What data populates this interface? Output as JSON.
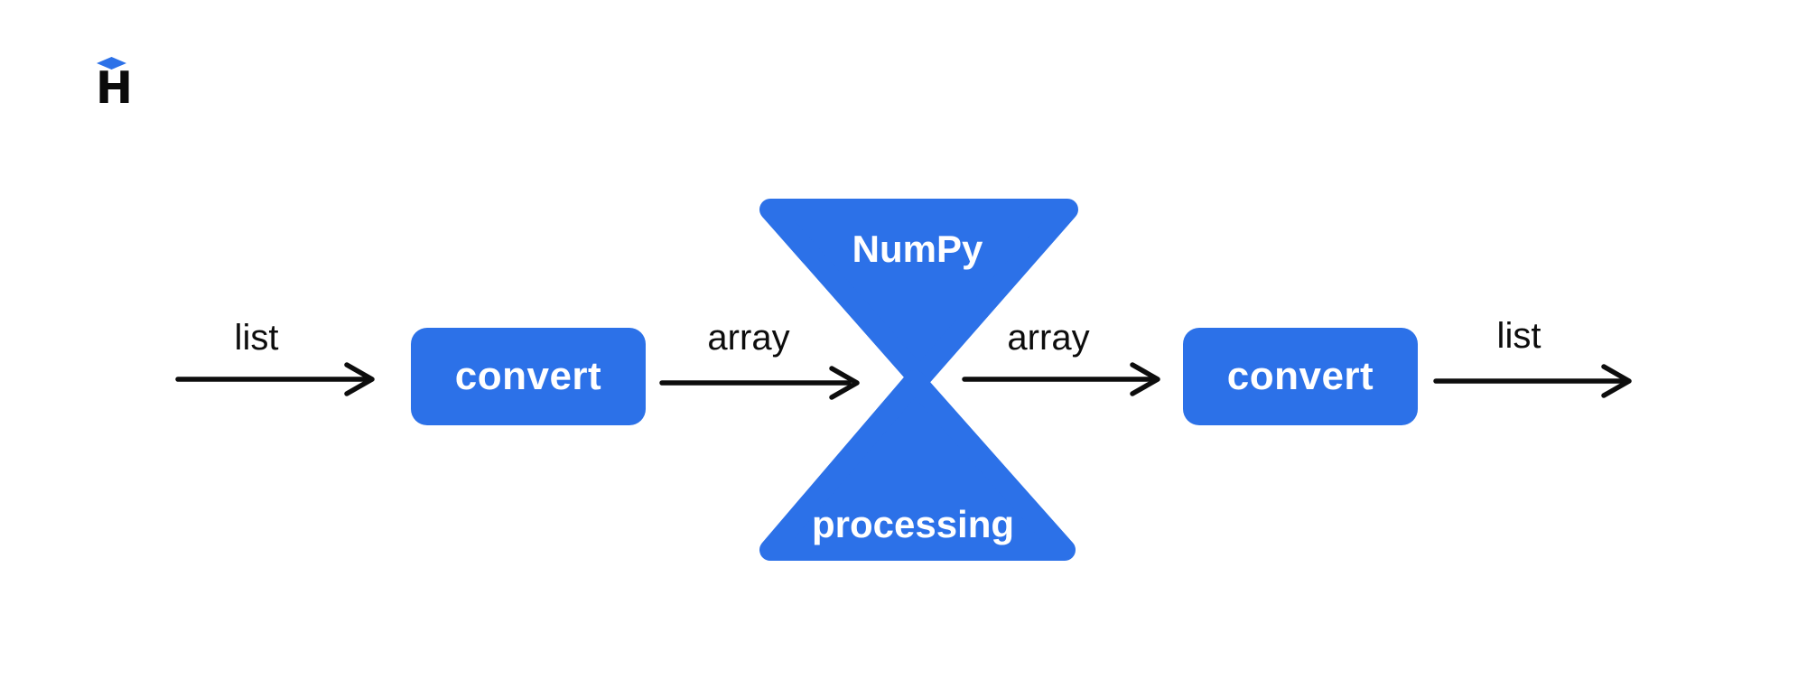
{
  "page": {
    "title": "NumPy processing flow diagram",
    "background": "#ffffff"
  },
  "colors": {
    "accent_blue": "#2c71e8",
    "ink_black": "#0d0d0d",
    "text_on_blue": "#ffffff"
  },
  "logo": {
    "letter": "H",
    "cap_icon": "blue-diamond-cap-icon",
    "cap_color": "#2c71e8"
  },
  "flow": {
    "input_label": "list",
    "convert_in_label": "convert",
    "array_in_label": "array",
    "hourglass_top_label": "NumPy",
    "hourglass_bottom_label": "processing",
    "array_out_label": "array",
    "convert_out_label": "convert",
    "output_label": "list"
  }
}
